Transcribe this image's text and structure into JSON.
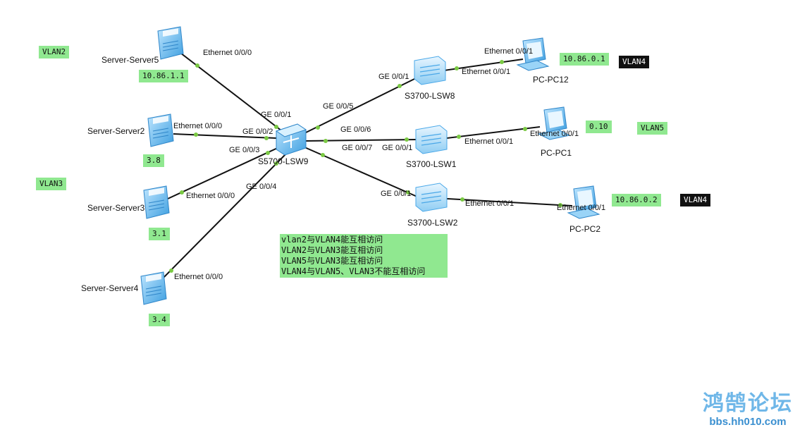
{
  "devices": {
    "server5": "Server-Server5",
    "server2": "Server-Server2",
    "server3": "Server-Server3",
    "server4": "Server-Server4",
    "lsw9": "S5700-LSW9",
    "lsw8": "S3700-LSW8",
    "lsw1": "S3700-LSW1",
    "lsw2": "S3700-LSW2",
    "pc12": "PC-PC12",
    "pc1": "PC-PC1",
    "pc2": "PC-PC2"
  },
  "ports": {
    "s5_eth": "Ethernet 0/0/0",
    "s2_eth": "Ethernet 0/0/0",
    "s3_eth": "Ethernet 0/0/0",
    "s4_eth": "Ethernet 0/0/0",
    "lsw9_ge1": "GE 0/0/1",
    "lsw9_ge2": "GE 0/0/2",
    "lsw9_ge3": "GE 0/0/3",
    "lsw9_ge4": "GE 0/0/4",
    "lsw9_ge5": "GE 0/0/5",
    "lsw9_ge6": "GE 0/0/6",
    "lsw9_ge7": "GE 0/0/7",
    "lsw8_ge1": "GE 0/0/1",
    "lsw8_eth": "Ethernet 0/0/1",
    "pc12_eth": "Ethernet 0/0/1",
    "lsw1_ge1": "GE 0/0/1",
    "lsw1_eth": "Ethernet 0/0/1",
    "pc1_eth": "Ethernet 0/0/1",
    "lsw2_ge1": "GE 0/0/1",
    "lsw2_eth": "Ethernet 0/0/1",
    "pc2_eth": "Ethernet 0/0/1"
  },
  "tags": {
    "vlan2": "VLAN2",
    "vlan3": "VLAN3",
    "server5_ip": "10.86.1.1",
    "server2_ip": "3.8",
    "server3_ip": "3.1",
    "server4_ip": "3.4",
    "pc12_ip": "10.86.0.1",
    "pc12_vlan": "VLAN4",
    "pc1_ip": "0.10",
    "pc1_vlan": "VLAN5",
    "pc2_ip": "10.86.0.2",
    "pc2_vlan": "VLAN4"
  },
  "notes": [
    "vlan2与VLAN4能互相访问",
    "VLAN2与VLAN3能互相访问",
    "VLAN5与VLAN3能互相访问",
    "VLAN4与VLAN5、VLAN3不能互相访问"
  ],
  "watermark": {
    "title": "鸿鹄论坛",
    "url": "bbs.hh010.com"
  },
  "colors": {
    "link": "#111111",
    "port_dot": "#7ac943",
    "tag_green": "#90e890",
    "device_blue": "#4aa8e8"
  }
}
